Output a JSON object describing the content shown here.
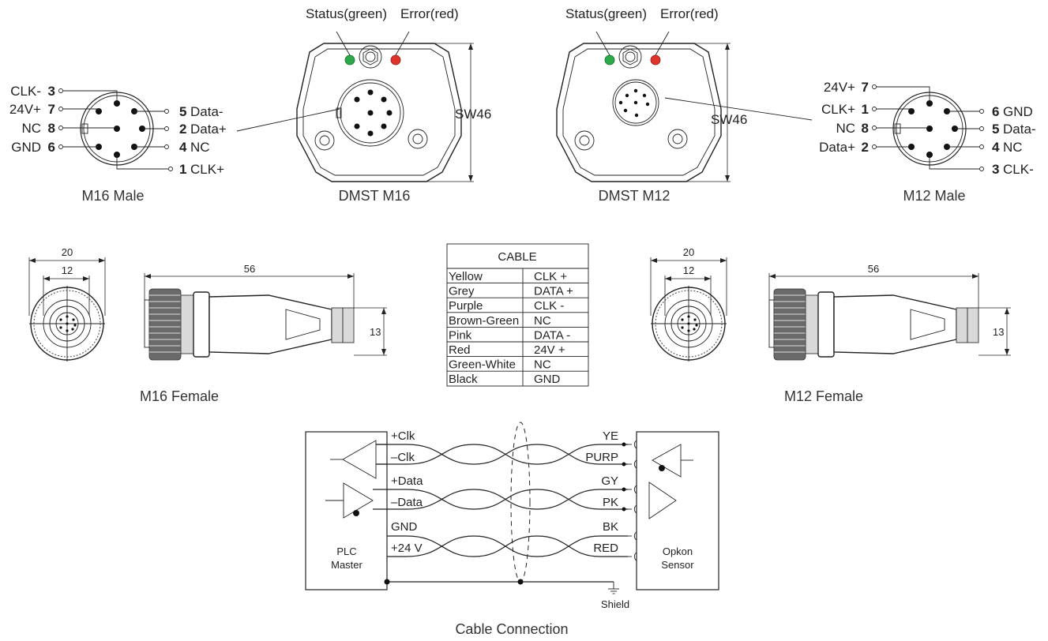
{
  "colors": {
    "status": "#2aa84a",
    "error": "#e0332b",
    "line": "#222222"
  },
  "m16_male": {
    "caption": "M16 Male",
    "pins": {
      "clk_minus": {
        "name": "CLK-",
        "num": "3"
      },
      "v24": {
        "name": "24V+",
        "num": "7"
      },
      "nc8": {
        "name": "NC",
        "num": "8"
      },
      "gnd": {
        "name": "GND",
        "num": "6"
      },
      "data_minus": {
        "num": "5",
        "name": "Data-"
      },
      "data_plus": {
        "num": "2",
        "name": "Data+"
      },
      "nc4": {
        "num": "4",
        "name": "NC"
      },
      "clk_plus": {
        "num": "1",
        "name": "CLK+"
      }
    }
  },
  "m12_male": {
    "caption": "M12 Male",
    "pins": {
      "v24": {
        "name": "24V+",
        "num": "7"
      },
      "clk_plus": {
        "name": "CLK+",
        "num": "1"
      },
      "nc8": {
        "name": "NC",
        "num": "8"
      },
      "data_plus": {
        "name": "Data+",
        "num": "2"
      },
      "gnd": {
        "num": "6",
        "name": "GND"
      },
      "data_minus": {
        "num": "5",
        "name": "Data-"
      },
      "nc4": {
        "num": "4",
        "name": "NC"
      },
      "clk_minus": {
        "num": "3",
        "name": "CLK-"
      }
    }
  },
  "dmst_m16": {
    "caption": "DMST M16",
    "status": "Status(green)",
    "error": "Error(red)",
    "sw": "SW46"
  },
  "dmst_m12": {
    "caption": "DMST M12",
    "status": "Status(green)",
    "error": "Error(red)",
    "sw": "SW46"
  },
  "m16_female": {
    "caption": "M16 Female",
    "outer_dim": "20",
    "inner_dim": "12",
    "length_dim": "56",
    "height_dim": "13"
  },
  "m12_female": {
    "caption": "M12 Female",
    "outer_dim": "20",
    "inner_dim": "12",
    "length_dim": "56",
    "height_dim": "13"
  },
  "cable_table": {
    "title": "CABLE",
    "rows": [
      [
        "Yellow",
        "CLK +"
      ],
      [
        "Grey",
        "DATA +"
      ],
      [
        "Purple",
        "CLK -"
      ],
      [
        "Brown-Green",
        "NC"
      ],
      [
        "Pink",
        "DATA -"
      ],
      [
        "Red",
        "24V +"
      ],
      [
        "Green-White",
        "NC"
      ],
      [
        "Black",
        "GND"
      ]
    ]
  },
  "cable_connection": {
    "caption": "Cable Connection",
    "plc_line1": "PLC",
    "plc_line2": "Master",
    "sensor_line1": "Opkon",
    "sensor_line2": "Sensor",
    "left_signals": [
      "+Clk",
      "–Clk",
      "+Data",
      "–Data",
      "GND",
      "+24  V"
    ],
    "right_signals": [
      "YE",
      "PURP",
      "GY",
      "PK",
      "BK",
      "RED"
    ],
    "shield": "Shield"
  }
}
